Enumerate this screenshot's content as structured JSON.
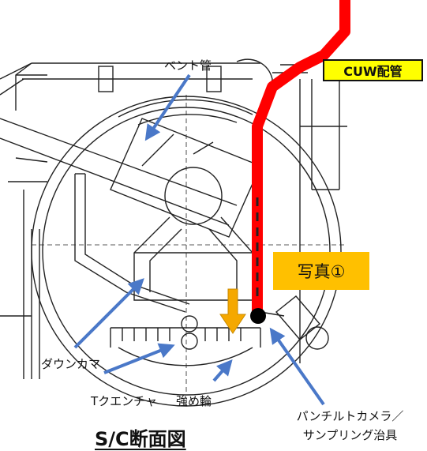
{
  "labels": {
    "vent_pipe": "ベント管",
    "cuw_pipe": "CUW配管",
    "photo_1": "写真①",
    "downcomer": "ダウンカマ",
    "t_quencher": "Tクエンチャ",
    "stiffener_ring": "強め輪",
    "camera_line1": "パンチルトカメラ／",
    "camera_line2": "サンプリング治具",
    "title": "S/C断面図"
  },
  "colors": {
    "pipe_red": "#ff0000",
    "cuw_label_bg": "#ffff00",
    "photo_label_bg": "#ffc000",
    "arrow_orange": "#f5a800",
    "pointer_blue": "#4a78c8",
    "line_dark": "#222222"
  }
}
